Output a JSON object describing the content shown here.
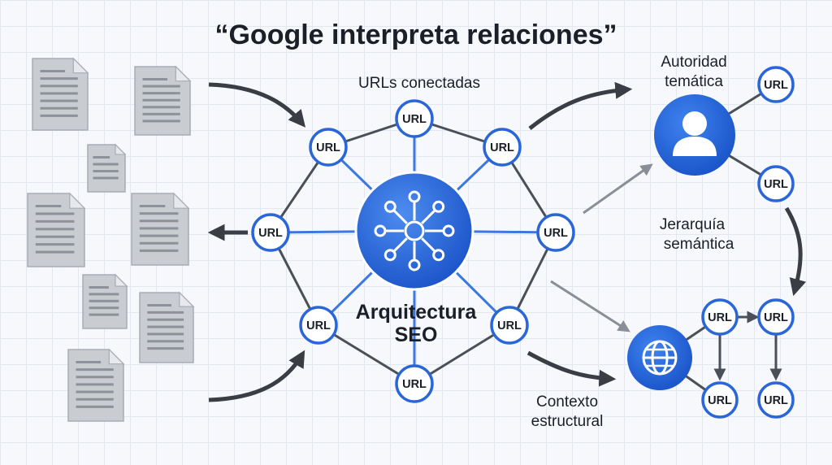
{
  "title": "“Google interpreta relaciones”",
  "labels": {
    "urls_conectadas": "URLs conectadas",
    "arquitectura_line1": "Arquitectura",
    "arquitectura_line2": "SEO",
    "autoridad_line1": "Autoridad",
    "autoridad_line2": "temática",
    "jerarquia_line1": "Jerarquía",
    "jerarquia_line2": "semántica",
    "contexto_line1": "Contexto",
    "contexto_line2": "estructural"
  },
  "node_label": "URL",
  "icons": {
    "hub": "network-hub-icon",
    "user": "user-icon",
    "globe": "globe-icon",
    "document": "document-icon"
  },
  "colors": {
    "primary_blue": "#1f5fd6",
    "node_border": "#2a66d8",
    "spoke": "#3c78e0",
    "ring_edge": "#4a4f58",
    "arrow_dark": "#3a3d44",
    "arrow_gray": "#8a8e96",
    "doc_fill": "#c9ccd1"
  }
}
